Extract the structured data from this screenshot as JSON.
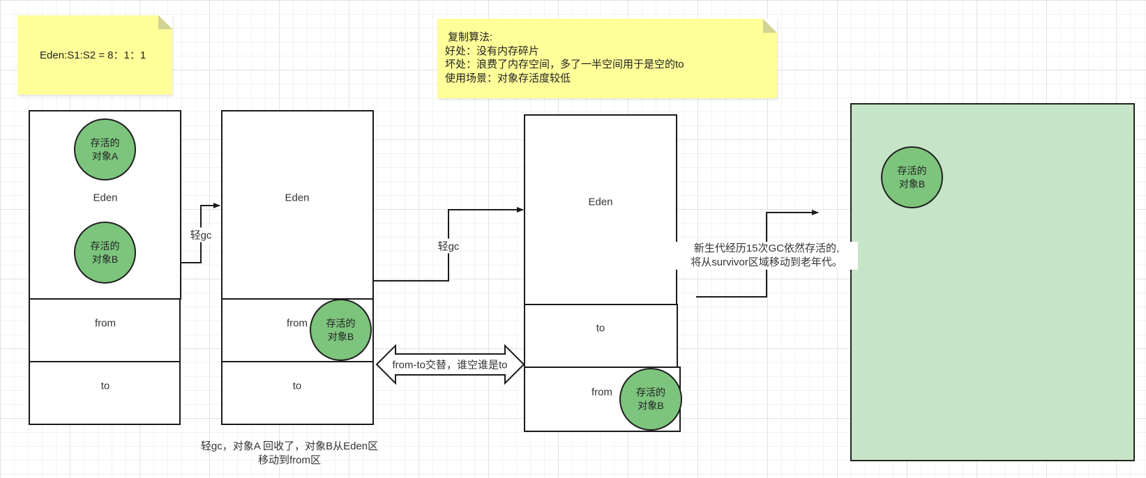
{
  "ratio_note": {
    "text": "Eden:S1:S2 = 8：1：1"
  },
  "algo_note": {
    "title": "复制算法:",
    "lines": [
      "好处：没有内存碎片",
      "坏处：浪费了内存空间，多了一半空间用于是空的to",
      "使用场景：对象存活度较低"
    ]
  },
  "stage1": {
    "eden": "Eden",
    "from": "from",
    "to": "to",
    "objA": "存活的\n对象A",
    "objB": "存活的\n对象B"
  },
  "stage2": {
    "eden": "Eden",
    "from": "from",
    "to": "to",
    "objB": "存活的\n对象B",
    "caption": "轻gc，对象A 回收了，对象B从Eden区\n移动到from区"
  },
  "stage3": {
    "eden": "Eden",
    "to": "to",
    "from": "from",
    "objB": "存活的\n对象B"
  },
  "old_gen": {
    "objB": "存活的\n对象B"
  },
  "arrows": {
    "gc1": "轻gc",
    "gc2": "轻gc",
    "swap": "from-to交替，谁空谁是to",
    "promote": "新生代经历15次GC依然存活的,\n将从survivor区域移动到老年代。"
  },
  "colors": {
    "note": "#ffff99",
    "survivor_object": "#7dc47d",
    "old_gen": "#c6e5c6"
  }
}
